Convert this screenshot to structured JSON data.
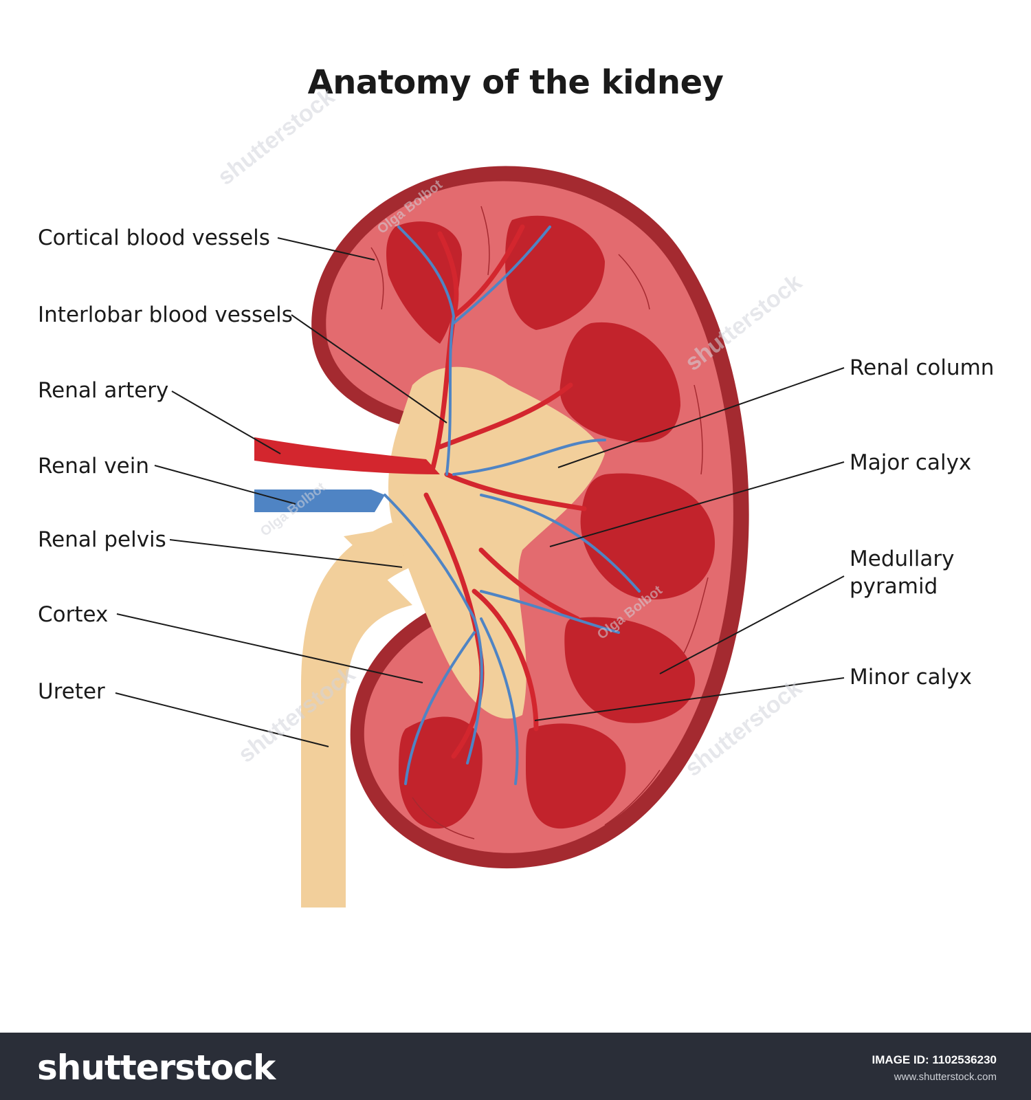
{
  "title": "Anatomy of the kidney",
  "labels": {
    "cortical_blood_vessels": "Cortical blood vessels",
    "interlobar_blood_vessels": "Interlobar blood vessels",
    "renal_artery": "Renal artery",
    "renal_vein": "Renal vein",
    "renal_pelvis": "Renal pelvis",
    "cortex": "Cortex",
    "ureter": "Ureter",
    "renal_column": "Renal column",
    "major_calyx": "Major calyx",
    "medullary_pyramid_line1": "Medullary",
    "medullary_pyramid_line2": "pyramid",
    "minor_calyx": "Minor calyx"
  },
  "watermarks": {
    "author": "Olga Bolbot",
    "brand": "shutterstock"
  },
  "footer": {
    "logo": "shutterstock",
    "image_id": "IMAGE ID: 1102536230",
    "url": "www.shutterstock.com"
  },
  "colors": {
    "capsule": "#a42a30",
    "cortex": "#e36b6f",
    "pyramid": "#c2232c",
    "pelvis": "#f2cf9b",
    "artery": "#d3262e",
    "vein": "#4f84c4"
  }
}
